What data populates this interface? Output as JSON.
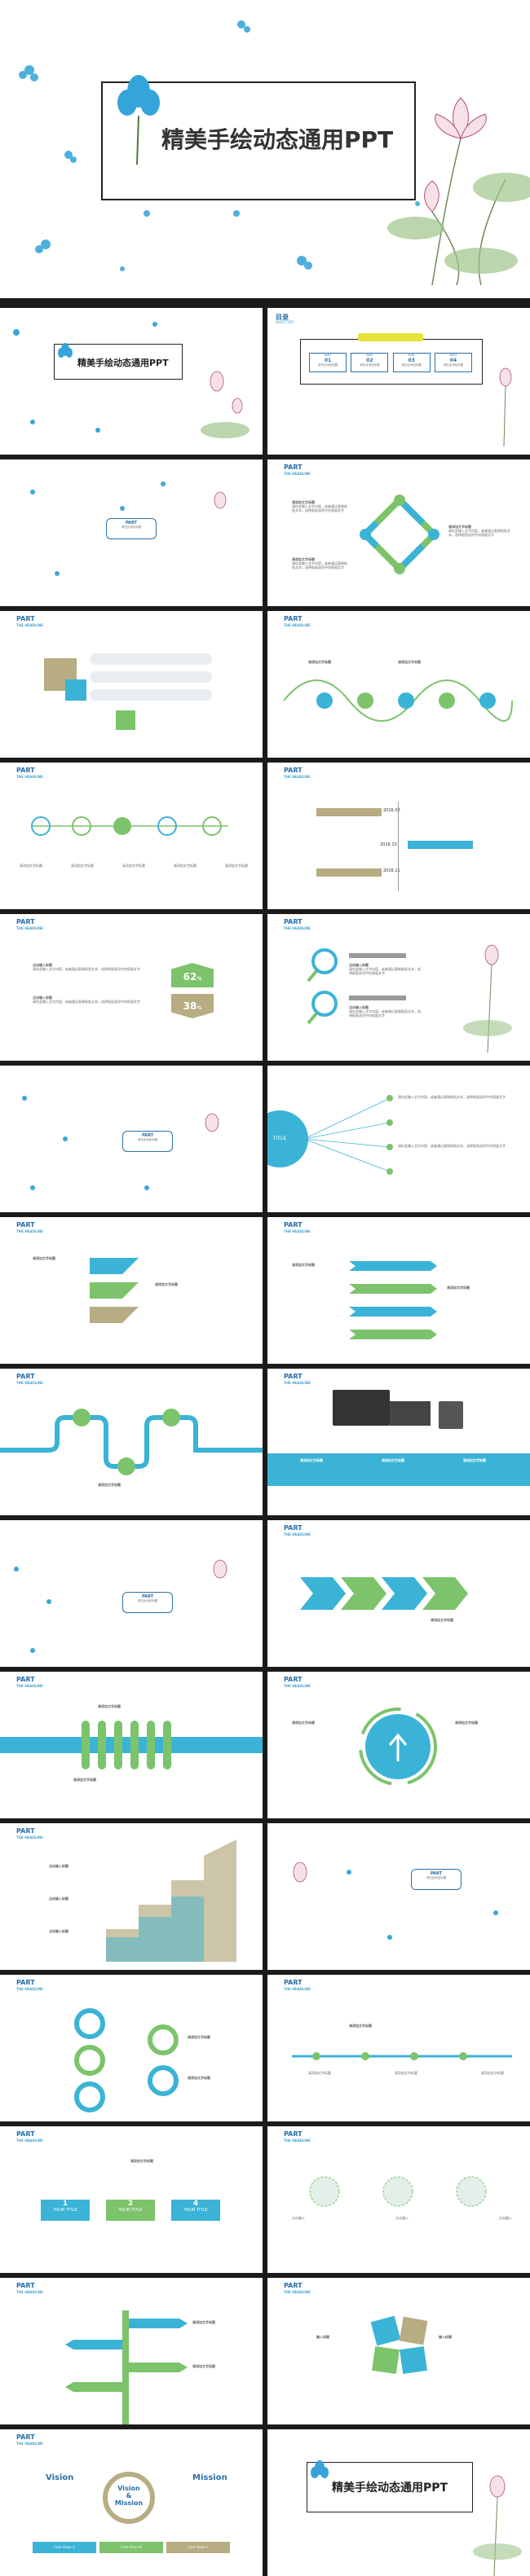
{
  "main_title": "精美手绘动态通用PPT",
  "toc": {
    "title": "目录",
    "subtitle": "DIRECTORY",
    "parts": [
      "PART 01",
      "PART 02",
      "PART 03",
      "PART 04"
    ],
    "part_label": "PART",
    "nums": [
      "01",
      "02",
      "03",
      "04"
    ],
    "item": "请在此添加标题"
  },
  "part_card": {
    "part": "PART",
    "sub": "请在此添加标题"
  },
  "header": {
    "part": "PART",
    "headline": "THE HEADLINE"
  },
  "common": {
    "add_title": "请添加文字标题",
    "add_text": "请在此添加文字标题",
    "body": "请在此输入文字内容，或者通过复制粘贴文本，选择粘贴选项中仅保留文字",
    "click_title": "点击输入标题",
    "title_label": "TITLE",
    "your_title": "YOUR TITLE",
    "click_input": "点击输入",
    "input_title": "输入标题"
  },
  "timeline": {
    "dates": [
      "2016.08",
      "2016.10",
      "2016.11"
    ],
    "label": "输入标题内容"
  },
  "percent": {
    "a": "62",
    "b": "38",
    "unit": "%"
  },
  "charts": {
    "title_1": "文字标题",
    "title_2": "文字标题"
  },
  "vision": {
    "vision": "Vision",
    "mission": "Mission",
    "amp": "&",
    "core": "Core Value",
    "core_labels": [
      "A",
      "B",
      "C"
    ]
  },
  "colors": {
    "blue": "#3bb3d6",
    "green": "#7cc36b",
    "dark": "#2a6fa8",
    "tan": "#b7ac82"
  }
}
